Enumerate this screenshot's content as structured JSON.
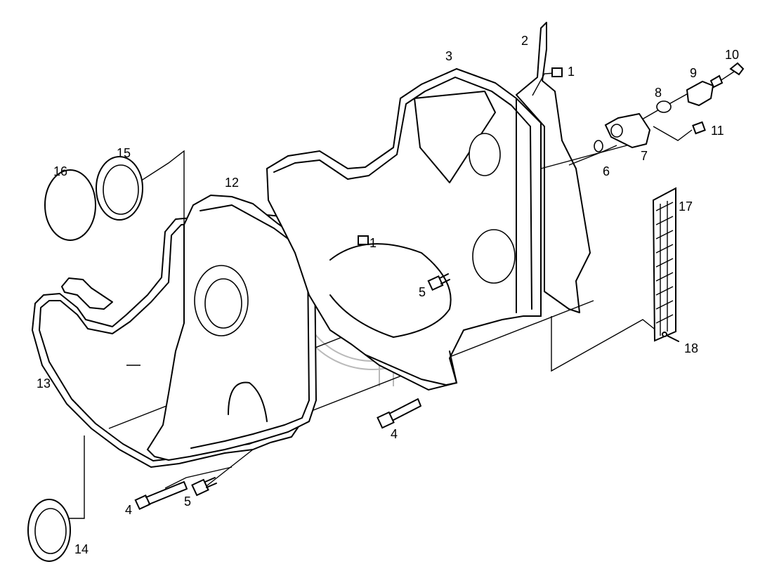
{
  "diagram": {
    "part_labels": [
      "1",
      "2",
      "3",
      "1",
      "4",
      "4",
      "5",
      "5",
      "6",
      "7",
      "8",
      "9",
      "10",
      "11",
      "12",
      "13",
      "14",
      "15",
      "16",
      "17",
      "18"
    ]
  },
  "colors": {
    "ink": "#000000",
    "watermark": "#b9b9b9",
    "background": "#ffffff"
  }
}
